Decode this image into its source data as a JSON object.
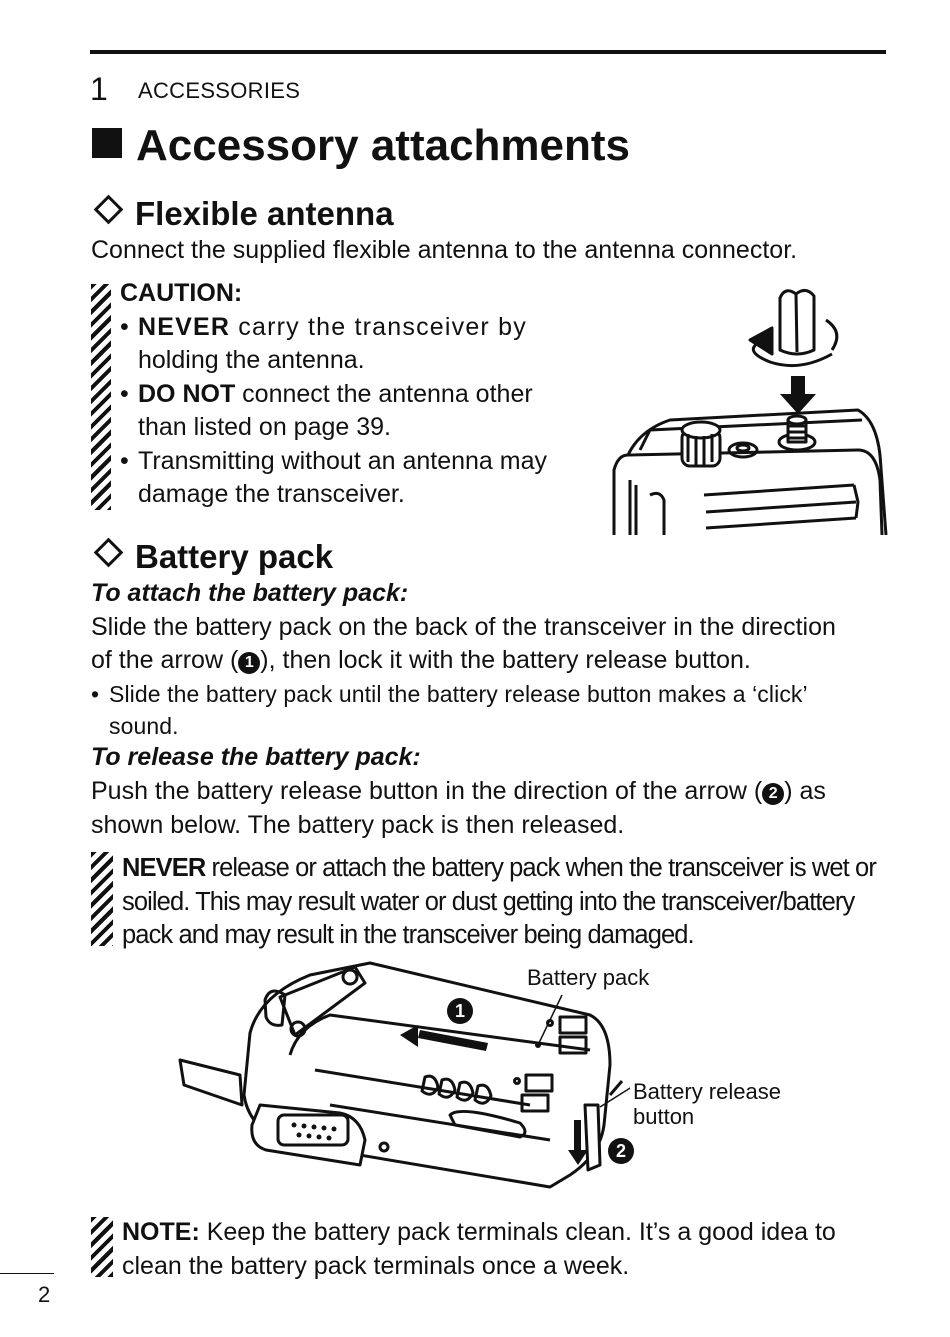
{
  "header": {
    "chapter_number": "1",
    "chapter_name": "ACCESSORIES"
  },
  "page_title": "Accessory attachments",
  "antenna": {
    "title": "Flexible antenna",
    "intro": "Connect the supplied flexible antenna to the antenna connector.",
    "caution_label": "CAUTION:",
    "items": [
      {
        "lead": "NEVER",
        "line1": " carry the transceiver by",
        "line2": "holding the antenna."
      },
      {
        "lead": "DO NOT",
        "line1": " connect the antenna other",
        "line2": "than listed on page 39."
      },
      {
        "lead": "",
        "line1": "Transmitting without an antenna may",
        "line2": "damage the transceiver."
      }
    ]
  },
  "battery": {
    "title": "Battery pack",
    "attach_heading": "To attach the battery pack:",
    "attach_text_1": "Slide the battery pack on the back of the transceiver in the direction",
    "attach_text_2a": "of the arrow (",
    "marker_1": "1",
    "attach_text_2b": "), then lock it with the battery release button.",
    "attach_bullet_1": "Slide the battery pack until the battery release button makes a ‘click’",
    "attach_bullet_2": "sound.",
    "release_heading": "To release the battery pack:",
    "release_text_1a": "Push the battery release button in the direction of the arrow (",
    "marker_2": "2",
    "release_text_1b": ") as",
    "release_text_2": "shown below. The battery pack is then released.",
    "warning_lead": "NEVER",
    "warning_text": " release or attach the battery pack when the transceiver is wet or soiled. This may result water or dust getting into the transceiver/battery pack and may result in the transceiver being damaged.",
    "callout_pack": "Battery pack",
    "callout_release_1": "Battery release",
    "callout_release_2": "button"
  },
  "note": {
    "label": "NOTE:",
    "text": " Keep the battery pack terminals clean. It’s a good idea to clean the battery pack terminals once a week."
  },
  "footer": {
    "page_number": "2"
  }
}
